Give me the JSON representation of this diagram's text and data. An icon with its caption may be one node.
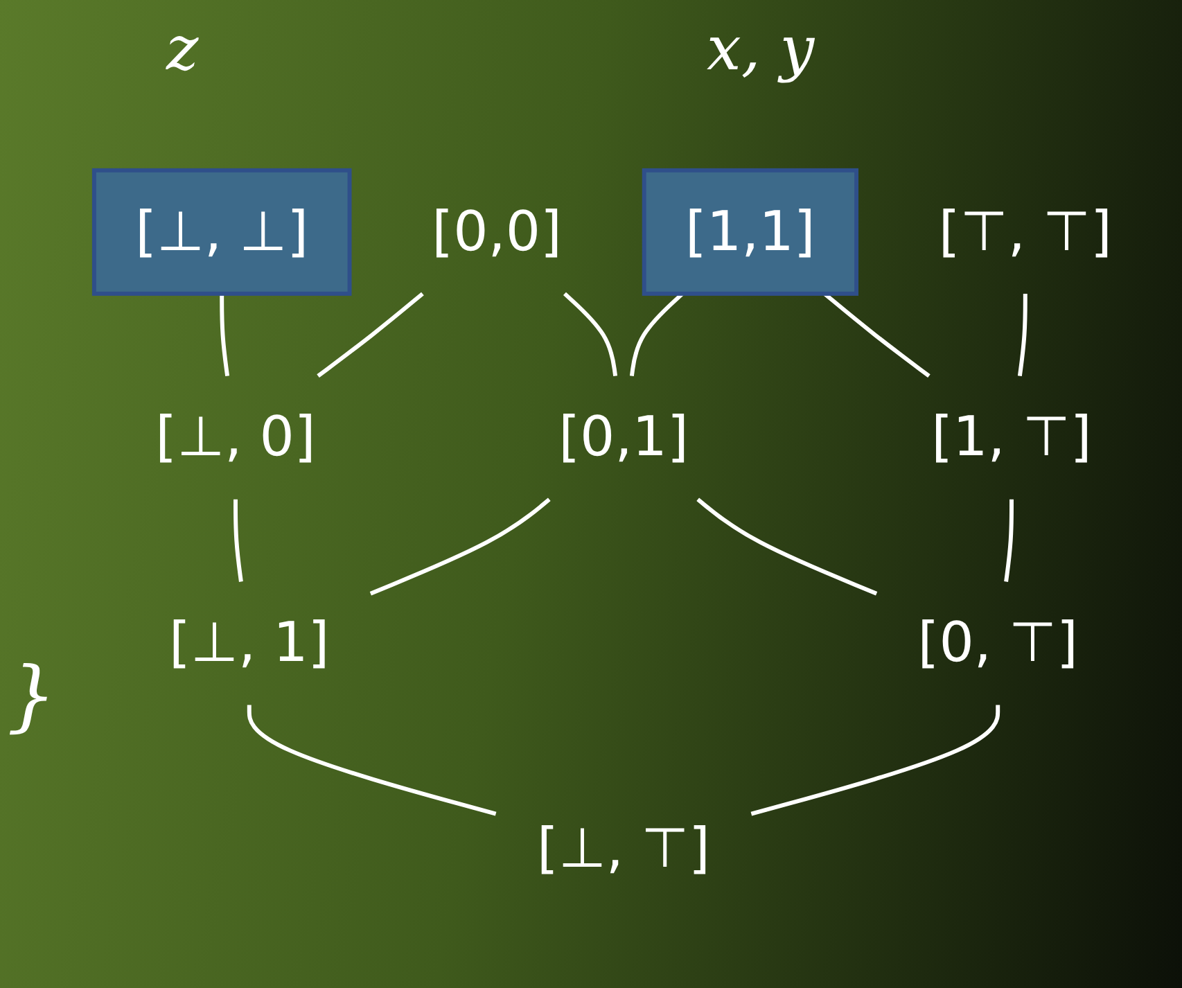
{
  "diagram": {
    "nodes": [
      {
        "text": [
          "[⊥, ⊥]"
        ]
      },
      {
        "text": [
          "[0,0]"
        ]
      },
      {
        "text": [
          "[1,1]"
        ]
      },
      {
        "text": [
          "[⊤, ⊤]"
        ]
      },
      {
        "text": [
          "[⊥, 0]"
        ]
      },
      {
        "text": [
          "[0,1]"
        ]
      },
      {
        "text": [
          "[1, ⊤]"
        ]
      },
      {
        "text": [
          "[⊥, 1]"
        ]
      },
      {
        "text": [
          "[0, ⊤]"
        ]
      },
      {
        "text": [
          "[⊥, ⊤]"
        ]
      }
    ],
    "edges": [
      {
        "from": 0,
        "to": 4,
        "arrow": "none"
      },
      {
        "from": 1,
        "to": 4,
        "arrow": "none"
      },
      {
        "from": 1,
        "to": 5,
        "arrow": "none"
      },
      {
        "from": 2,
        "to": 5,
        "arrow": "none"
      },
      {
        "from": 2,
        "to": 6,
        "arrow": "none"
      },
      {
        "from": 3,
        "to": 6,
        "arrow": "none"
      },
      {
        "from": 4,
        "to": 7,
        "arrow": "none"
      },
      {
        "from": 5,
        "to": 7,
        "arrow": "none"
      },
      {
        "from": 5,
        "to": 8,
        "arrow": "none"
      },
      {
        "from": 6,
        "to": 8,
        "arrow": "none"
      },
      {
        "from": 7,
        "to": 9,
        "arrow": "none"
      },
      {
        "from": 8,
        "to": 9,
        "arrow": "none"
      }
    ],
    "labels": [
      "z",
      "x, y",
      "}"
    ]
  }
}
